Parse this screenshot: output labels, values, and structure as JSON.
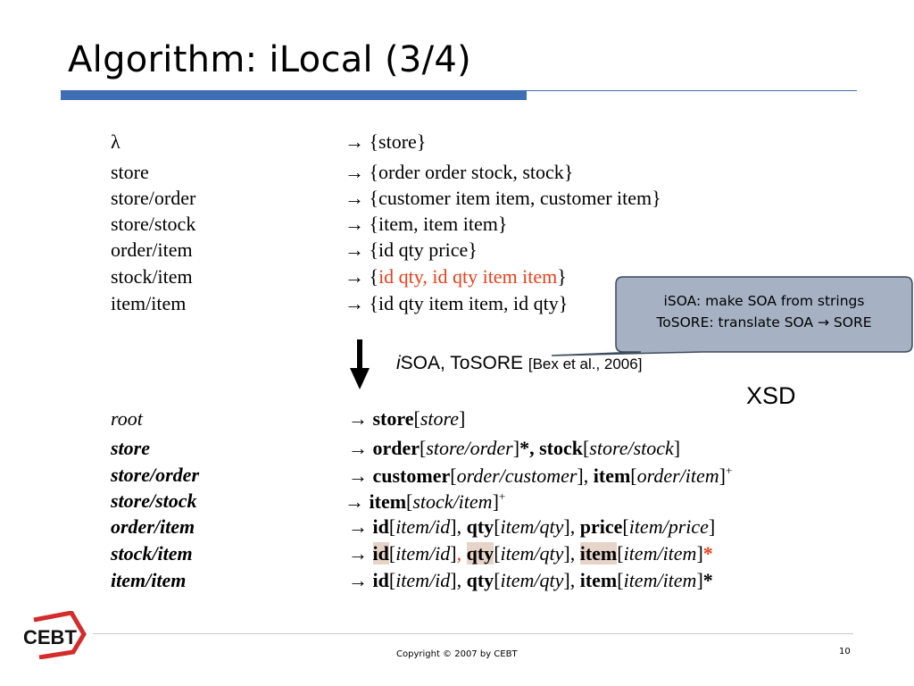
{
  "slide": {
    "title": "Algorithm: iLocal (3/4)",
    "accent_color": "#3e6eb3"
  },
  "top_rules": [
    {
      "lhs": "λ",
      "arrow": "→",
      "rhs": "{store}"
    },
    {
      "lhs": "store",
      "arrow": "→",
      "rhs": "{order order stock, stock}"
    },
    {
      "lhs": "store/order",
      "arrow": "→",
      "rhs": "{customer item item, customer item}"
    },
    {
      "lhs": "store/stock",
      "arrow": "→",
      "rhs": "{item, item item}"
    },
    {
      "lhs": "order/item",
      "arrow": "→",
      "rhs": "{id qty price}"
    },
    {
      "lhs": "stock/item",
      "arrow": "→",
      "rhs_open": "{",
      "rhs_red": "id qty, id qty item item",
      "rhs_close": "}"
    },
    {
      "lhs": "item/item",
      "arrow": "→",
      "rhs": "{id qty item item, id qty}"
    }
  ],
  "transform": {
    "i": "i",
    "label": "SOA, ToSORE",
    "ref": "[Bex et al., 2006]"
  },
  "callout": {
    "line1": "iSOA: make SOA from strings",
    "line2": "ToSORE: translate SOA → SORE"
  },
  "xsd_label": "XSD",
  "bottom_rules": {
    "root": {
      "lhs": "root",
      "t1": "store",
      "t1_type": "store"
    },
    "store": {
      "lhs": "store",
      "t1": "order",
      "t1_type": "store/order",
      "q1": "*",
      "sep": ",",
      "t2": "stock",
      "t2_type": "store/stock"
    },
    "store_order": {
      "lhs": "store/order",
      "t1": "customer",
      "t1_type": "order/customer",
      "sep": ",",
      "t2": "item",
      "t2_type": "order/item",
      "sup": "+"
    },
    "store_stock": {
      "lhs": "store/stock",
      "t1": "item",
      "t1_type": "stock/item",
      "sup": "+"
    },
    "order_item": {
      "lhs": "order/item",
      "t1": "id",
      "t1_type": "item/id",
      "t2": "qty",
      "t2_type": "item/qty",
      "t3": "price",
      "t3_type": "item/price"
    },
    "stock_item": {
      "lhs": "stock/item",
      "t1": "id",
      "t1_type": "item/id",
      "t2": "qty",
      "t2_type": "item/qty",
      "t3": "item",
      "t3_type": "item/item",
      "q": "*"
    },
    "item_item": {
      "lhs": "item/item",
      "t1": "id",
      "t1_type": "item/id",
      "t2": "qty",
      "t2_type": "item/qty",
      "t3": "item",
      "t3_type": "item/item",
      "q": "*"
    }
  },
  "footer": {
    "logo_text": "CEBT",
    "copyright": "Copyright © 2007 by CEBT",
    "page_number": "10"
  }
}
